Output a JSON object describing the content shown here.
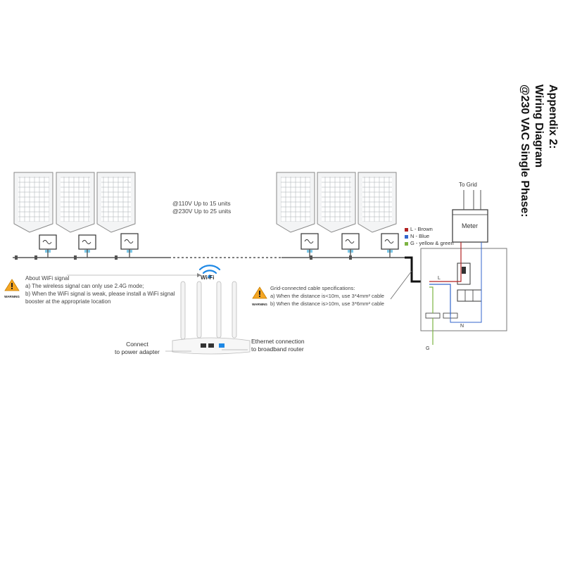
{
  "title": {
    "line1": "Appendix 2:",
    "line2": "Wiring Diagram",
    "line3": "@230 VAC Single Phase:"
  },
  "units_note": {
    "line1": "@110V Up to 15 units",
    "line2": "@230V Up to 25 units"
  },
  "wifi_label": "Wi-Fi",
  "wifi_note": {
    "heading": "About WiFi signal",
    "line1": "a) The wireless signal can only use 2.4G mode;",
    "line2": "b) When the WiFi signal is weak, please install a WiFi signal",
    "line3": "booster at the appropriate location"
  },
  "cable_note": {
    "heading": "Grid-connected cable specifications:",
    "line1": "a) When the distance is<10m, use 3*4mm² cable",
    "line2": "b) When the distance is>10m, use 3*6mm² cable"
  },
  "warning_tag": "WARNING",
  "legend": [
    {
      "label": "L - Brown",
      "color": "#b22222"
    },
    {
      "label": "N - Blue",
      "color": "#3366cc"
    },
    {
      "label": "G - yellow & green",
      "color": "#7cb342"
    }
  ],
  "to_grid_label": "To Grid",
  "meter_label": "Meter",
  "terminal_L": "L",
  "terminal_N": "N",
  "terminal_G": "G",
  "router_left_label": {
    "line1": "Connect",
    "line2": "to power adapter"
  },
  "router_right_label": {
    "line1": "Ethernet connection",
    "line2": "to broadband router"
  },
  "colors": {
    "line": "#555555",
    "panel_grid": "#9aa0a6",
    "wifi": "#1e88e5",
    "warning": "#f5a623"
  }
}
